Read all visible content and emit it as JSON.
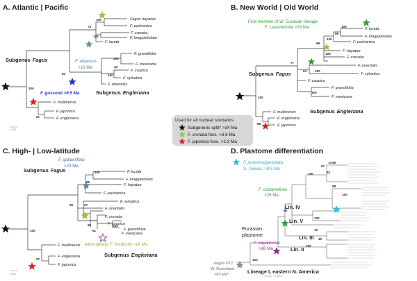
{
  "panels": {
    "a": {
      "title": "A. Atlantic | Pacific"
    },
    "b": {
      "title": "B. New World | Old World"
    },
    "c": {
      "title": "C. High- | Low-latitude"
    },
    "d": {
      "title": "D. Plastome differentiation"
    }
  },
  "taxa": {
    "hayatae": "Fagus hayatae",
    "pashanica": "F. pashanica",
    "crenata": "F. crenata",
    "longipetiolata": "F. longipetiolata",
    "lucida": "F. lucida",
    "grandifolia": "F. grandifolia",
    "mexicana": "F. mexicana",
    "caspica": "F. caspica",
    "sylvatica": "F. sylvatica",
    "orientalis": "F. orientalis",
    "multinervis": "F. multinervis",
    "japonica": "F. japonica",
    "engleriana": "F. engleriana",
    "hayatae_short": "F. hayatae"
  },
  "subgenus": {
    "prefix": "Subgenus",
    "fagus": "Fagus",
    "engleriana": "Engleriana"
  },
  "support": {
    "s100": "100",
    "s97": "97",
    "s74": "74",
    "s93": "93",
    "s43": "43",
    "s95": "95",
    "s99": "99",
    "s94": "94",
    "s77": "77",
    "s86": "86",
    "s85": "85",
    "s90": "90",
    "s68": "68",
    "s61": "61",
    "s72": "72",
    "s92": "92",
    "s98": "98",
    "s70": "70",
    "s32": "32"
  },
  "annotations": {
    "altaensis": "F. altaensis",
    "altaensis_age": ">16 Ma",
    "gussonii": "F. gussonii >9.5 Ma",
    "eurasian_line1": "First member of W. Eurasian lineage",
    "eurasian_line2": "F. castaneifolia >28 Ma",
    "gabaniifolia": "F. gabaniifolia",
    "gabaniifolia_age": ">23 Ma",
    "friedrichii": "alternatively: F. friedrichii >14 Ma",
    "protolongipetiolata": "F. protolongipetiolata",
    "protolongipetiolata_loc": "S. Taiwan, >8.5 Ma",
    "castaneifolia": "F. castaneifolia",
    "castaneifolia_age": ">28 Ma",
    "napanensis": "F. napanensis",
    "napanensis_age": ">36 Ma",
    "fagus_pt1": "Fagus PT1",
    "w_greenland": "W. Greenland",
    "pt1_age": ">63 Ma*",
    "eurasian_plastome_1": "Eurasian",
    "eurasian_plastome_2": "plastome",
    "lin_iv": "Lin. IV",
    "lin_v": "Lin. V",
    "lin_iii": "Lin. III",
    "lin_ii": "Lin. II",
    "lin_i": "Lineage I, eastern N. America"
  },
  "legend": {
    "heading": "Used for all nuclear scenarios",
    "items": [
      {
        "label": "Subgeneric split* >34 Ma",
        "color": "#111111"
      },
      {
        "label": "F. crenata foss. >3.6 Ma",
        "color": "#9bc53d"
      },
      {
        "label": "F. japonica foss. >2.3 Ma",
        "color": "#e02020"
      }
    ]
  },
  "scale_bars": {
    "a": "0.003",
    "c": "0.001",
    "d": "1.0E-4"
  },
  "colors": {
    "black_star": "#111111",
    "green_star": "#8dc63f",
    "red_star": "#e02020",
    "blue_star": "#1f2fd6",
    "grayblue_star": "#5b8fa3",
    "cyan_star": "#25c4d6",
    "purple_star": "#8e2a8e",
    "gray_star": "#8a8a8a",
    "altaensis_text": "#4f86a0",
    "gussonii_text": "#1f2fd6",
    "eurasian_text": "#2e9e3c",
    "gabaniifolia_text": "#4570a8",
    "friedrichii_text": "#8ab833",
    "protolong_text": "#20b7c8",
    "napanensis_text": "#9c2a8a"
  }
}
